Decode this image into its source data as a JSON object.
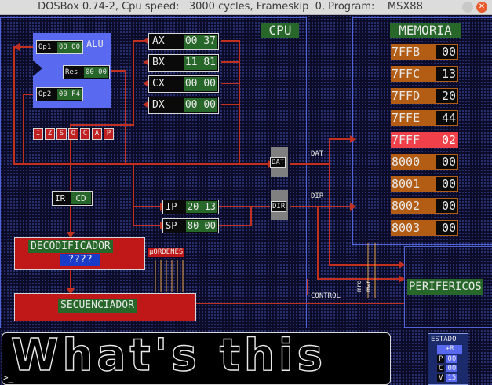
{
  "window": {
    "title": "DOSBox 0.74-2, Cpu speed:   3000 cycles, Frameskip  0, Program:    MSX88"
  },
  "cpu": {
    "label": "CPU"
  },
  "alu": {
    "label": "ALU",
    "op1_label": "Op1",
    "op1_value": "00 00",
    "op2_label": "Op2",
    "op2_value": "00 F4",
    "res_label": "Res",
    "res_value": "00 00"
  },
  "flags": [
    "I",
    "Z",
    "S",
    "O",
    "C",
    "A",
    "P"
  ],
  "registers": [
    {
      "name": "AX",
      "value": "00 37"
    },
    {
      "name": "BX",
      "value": "11 81"
    },
    {
      "name": "CX",
      "value": "00 00"
    },
    {
      "name": "DX",
      "value": "00 00"
    }
  ],
  "ir": {
    "label": "IR",
    "value": "CD"
  },
  "ip": {
    "label": "IP",
    "value": "20 13"
  },
  "sp": {
    "label": "SP",
    "value": "80 00"
  },
  "dat_label": "DAT",
  "dir_label": "DIR",
  "decoder": {
    "label": "DECODIFICADOR",
    "value": "????"
  },
  "uordenes": "µORDENES",
  "sequencer": {
    "label": "SECUENCIADOR"
  },
  "bus": {
    "dat": "DAT",
    "dir": "DIR",
    "control": "CONTROL",
    "mrd": "mrd",
    "mwr": "mwr"
  },
  "memory": {
    "label": "MEMORIA",
    "cells": [
      {
        "addr": "7FFB",
        "value": "00"
      },
      {
        "addr": "7FFC",
        "value": "13"
      },
      {
        "addr": "7FFD",
        "value": "20"
      },
      {
        "addr": "7FFE",
        "value": "44"
      },
      {
        "addr": "7FFF",
        "value": "02"
      },
      {
        "addr": "8000",
        "value": "00"
      },
      {
        "addr": "8001",
        "value": "00"
      },
      {
        "addr": "8002",
        "value": "00"
      },
      {
        "addr": "8003",
        "value": "00"
      }
    ],
    "selected": "7FFF"
  },
  "peripherals": {
    "label": "PERIFERICOS"
  },
  "console": {
    "banner": "What's this",
    "prompt": ">_"
  },
  "estado": {
    "label": "ESTADO",
    "mode": "+R",
    "rows": [
      {
        "k": "P",
        "v": "00"
      },
      {
        "k": "C",
        "v": "00"
      },
      {
        "k": "V",
        "v": "15"
      }
    ]
  },
  "colors": {
    "bus": "#c23020",
    "panel_border": "#5064d8",
    "green": "#27682a",
    "memory": "#b35d14",
    "selected": "#f0404a",
    "alu": "#5a6af0"
  }
}
